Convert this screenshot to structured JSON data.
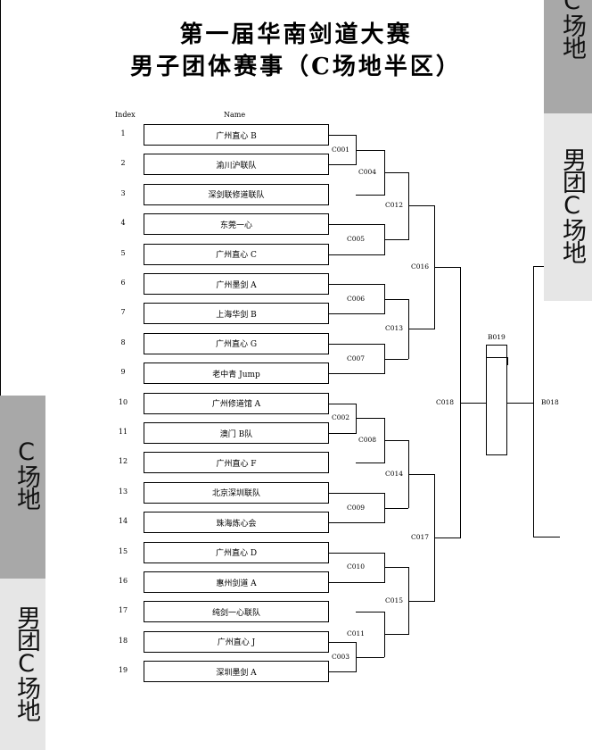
{
  "title_line1": "第一届华南剑道大赛",
  "title_line2": "男子团体赛事（C场地半区）",
  "headers": {
    "index": "Index",
    "name": "Name"
  },
  "teams": [
    {
      "index": "1",
      "name": "广州直心 B"
    },
    {
      "index": "2",
      "name": "渝川沪联队"
    },
    {
      "index": "3",
      "name": "深剑联修道联队"
    },
    {
      "index": "4",
      "name": "东莞一心"
    },
    {
      "index": "5",
      "name": "广州直心 C"
    },
    {
      "index": "6",
      "name": "广州墨剑 A"
    },
    {
      "index": "7",
      "name": "上海华剑 B"
    },
    {
      "index": "8",
      "name": "广州直心 G"
    },
    {
      "index": "9",
      "name": "老中青 Jump"
    },
    {
      "index": "10",
      "name": "广州修道馆 A"
    },
    {
      "index": "11",
      "name": "澳门 B队"
    },
    {
      "index": "12",
      "name": "广州直心 F"
    },
    {
      "index": "13",
      "name": "北京深圳联队"
    },
    {
      "index": "14",
      "name": "珠海炼心会"
    },
    {
      "index": "15",
      "name": "广州直心 D"
    },
    {
      "index": "16",
      "name": "惠州剑道 A"
    },
    {
      "index": "17",
      "name": "纯剑一心联队"
    },
    {
      "index": "18",
      "name": "广州直心 J"
    },
    {
      "index": "19",
      "name": "深圳墨剑 A"
    }
  ],
  "matches": {
    "C001": "C001",
    "C002": "C002",
    "C003": "C003",
    "C004": "C004",
    "C005": "C005",
    "C006": "C006",
    "C007": "C007",
    "C008": "C008",
    "C009": "C009",
    "C010": "C010",
    "C011": "C011",
    "C012": "C012",
    "C013": "C013",
    "C014": "C014",
    "C015": "C015",
    "C016": "C016",
    "C017": "C017",
    "C018": "C018",
    "B018": "B018",
    "B019": "B019"
  },
  "side_panels": {
    "top_right_partial": "C场地",
    "right": "男团C场地",
    "left_venue": "C场地",
    "left_bottom": "男团C场地"
  },
  "colors": {
    "panel_dark": "#a8a8a8",
    "panel_light": "#e6e6e6"
  }
}
